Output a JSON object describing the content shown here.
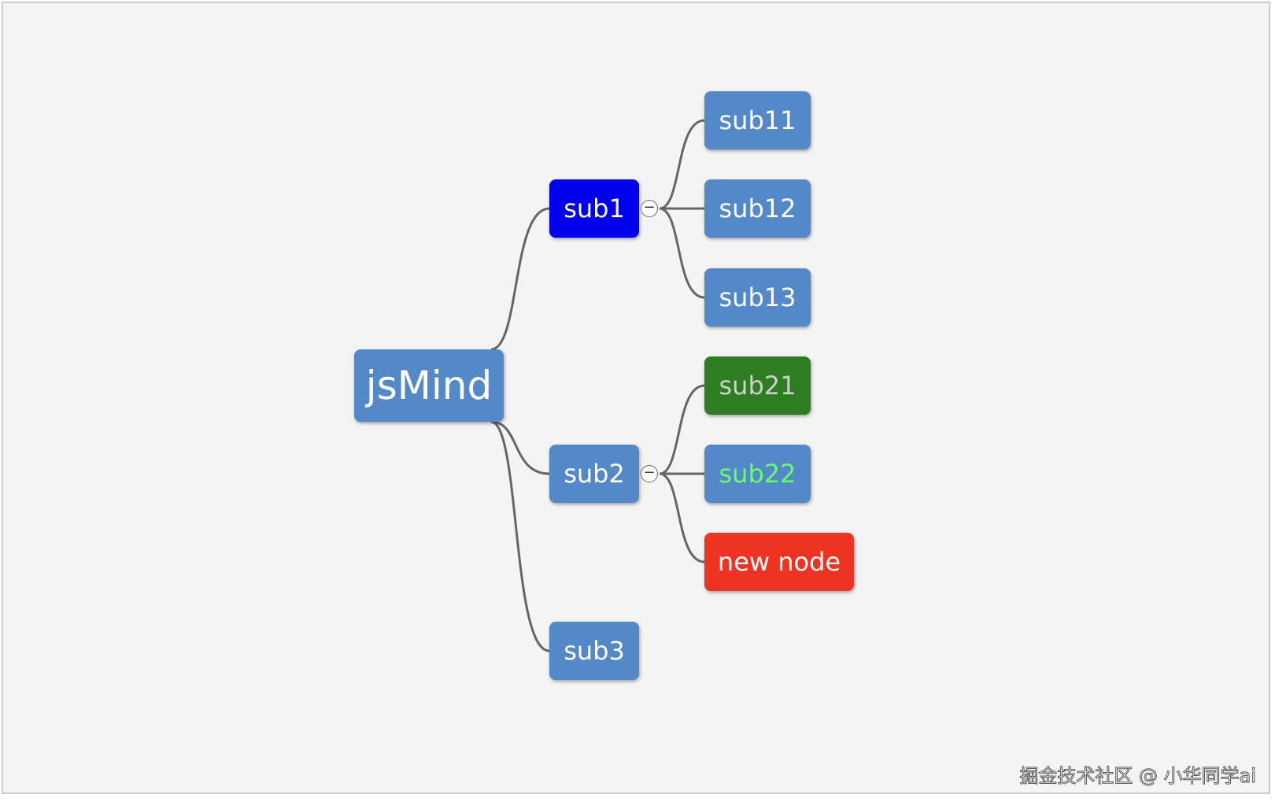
{
  "mindmap": {
    "line_color": "#666666",
    "nodes": {
      "root": {
        "label": "jsMind",
        "bg": "#5389c8",
        "fg": "#ffffff"
      },
      "sub1": {
        "label": "sub1",
        "bg": "#0000ee",
        "fg": "#ffffff"
      },
      "sub2": {
        "label": "sub2",
        "bg": "#5389c8",
        "fg": "#ffffff"
      },
      "sub3": {
        "label": "sub3",
        "bg": "#5389c8",
        "fg": "#ffffff"
      },
      "sub11": {
        "label": "sub11",
        "bg": "#5389c8",
        "fg": "#ffffff"
      },
      "sub12": {
        "label": "sub12",
        "bg": "#5389c8",
        "fg": "#ffffff"
      },
      "sub13": {
        "label": "sub13",
        "bg": "#5389c8",
        "fg": "#ffffff"
      },
      "sub21": {
        "label": "sub21",
        "bg": "#2e7d22",
        "fg": "#cfcfcf"
      },
      "sub22": {
        "label": "sub22",
        "bg": "#5389c8",
        "fg": "#66ff66"
      },
      "newnode": {
        "label": "new node",
        "bg": "#ee3322",
        "fg": "#ffffff"
      }
    },
    "edges": [
      [
        "root",
        "sub1"
      ],
      [
        "root",
        "sub2"
      ],
      [
        "root",
        "sub3"
      ],
      [
        "sub1",
        "sub11"
      ],
      [
        "sub1",
        "sub12"
      ],
      [
        "sub1",
        "sub13"
      ],
      [
        "sub2",
        "sub21"
      ],
      [
        "sub2",
        "sub22"
      ],
      [
        "sub2",
        "newnode"
      ]
    ],
    "expanded": [
      "sub1",
      "sub2"
    ],
    "expander_symbol": "−"
  },
  "watermark": "掘金技术社区 @ 小华同学ai"
}
